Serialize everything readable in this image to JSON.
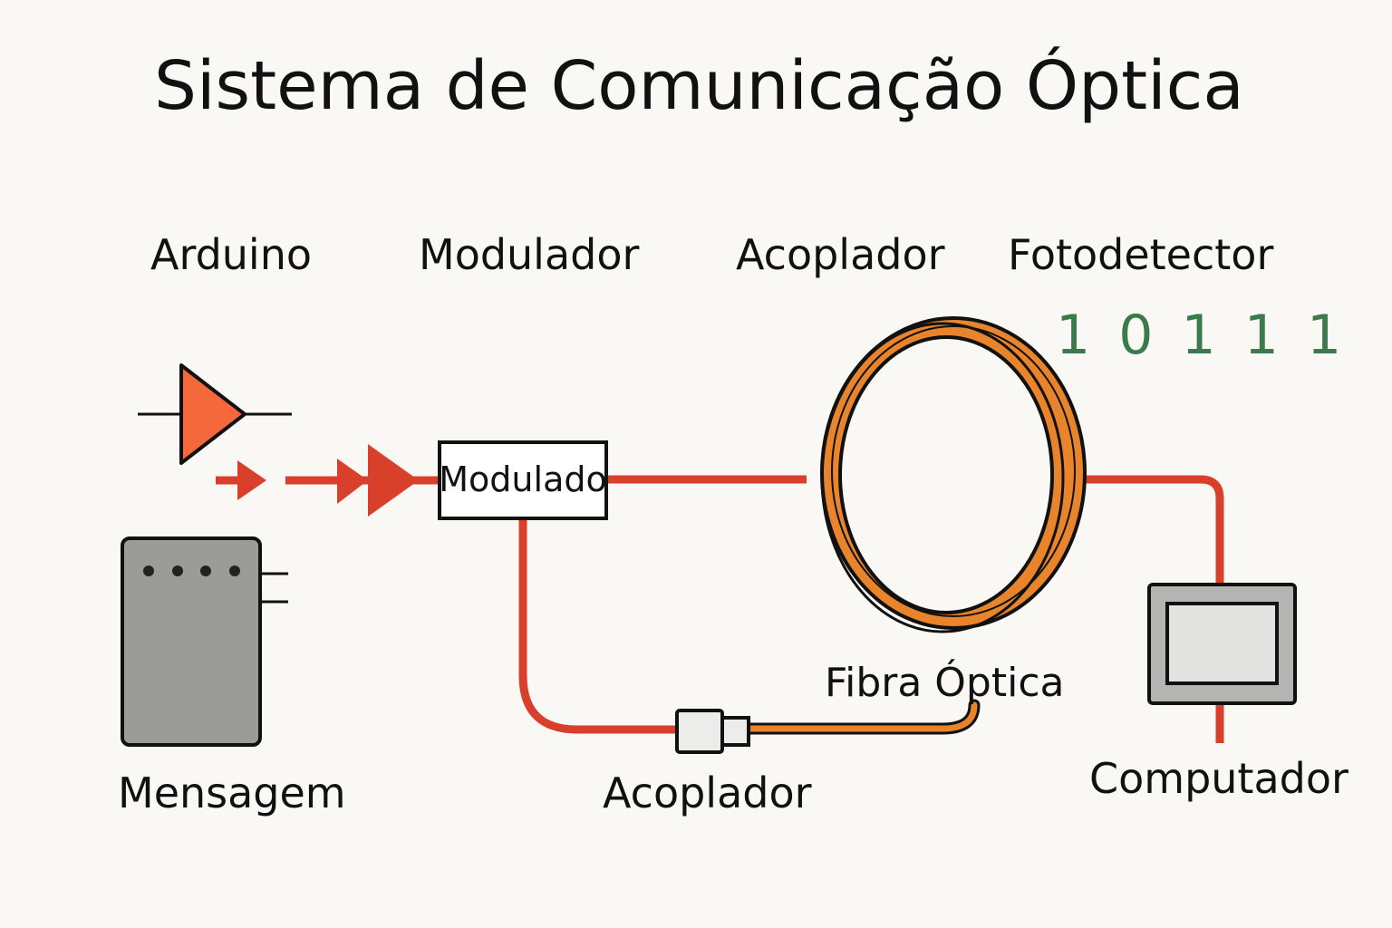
{
  "title": "Sistema de Comunicação Óptica",
  "labels": {
    "arduino": "Arduino",
    "modulador": "Modulador",
    "acoplador_top": "Acoplador",
    "fotodetector": "Fotodetector",
    "fibra": "Fibra Óptica",
    "mensagem": "Mensagem",
    "acoplador_bottom": "Acoplador",
    "computador": "Computador"
  },
  "modulator_box_text": "Modulado",
  "bits": "1 0 1 1 1",
  "colors": {
    "signal_line": "#d9402b",
    "fiber": "#e8842c",
    "amplifier": "#f4683b",
    "device_gray": "#9b9c98",
    "bits_green": "#3c7a4e"
  }
}
